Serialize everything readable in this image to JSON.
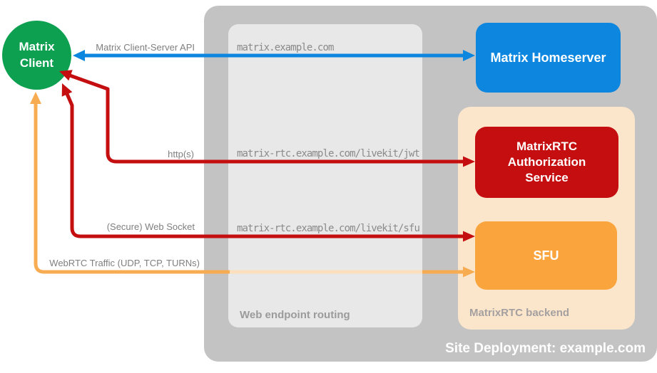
{
  "colors": {
    "client_green": "#0DA050",
    "homeserver_blue": "#0D86DF",
    "auth_red": "#C40E10",
    "sfu_orange": "#F9A43C",
    "webrtc_arrow_orange": "#F8AC52",
    "backend_peach": "#FBE6CC",
    "container_gray": "#C3C3C3",
    "label_gray": "#7F7F7F"
  },
  "nodes": {
    "client": {
      "line1": "Matrix",
      "line2": "Client"
    },
    "homeserver": {
      "label": "Matrix Homeserver"
    },
    "auth": {
      "line1": "MatrixRTC",
      "line2": "Authorization",
      "line3": "Service"
    },
    "sfu": {
      "label": "SFU"
    }
  },
  "containers": {
    "deployment": {
      "label": "Site Deployment: example.com"
    },
    "routing": {
      "label": "Web endpoint routing"
    },
    "backend": {
      "label": "MatrixRTC backend"
    }
  },
  "arrows": {
    "api": {
      "label": "Matrix Client-Server API",
      "route": "matrix.example.com"
    },
    "jwt": {
      "label": "http(s)",
      "route": "matrix-rtc.example.com/livekit/jwt"
    },
    "ws": {
      "label": "(Secure) Web Socket",
      "route": "matrix-rtc.example.com/livekit/sfu"
    },
    "webrtc": {
      "label": "WebRTC Traffic (UDP, TCP, TURNs)"
    }
  }
}
